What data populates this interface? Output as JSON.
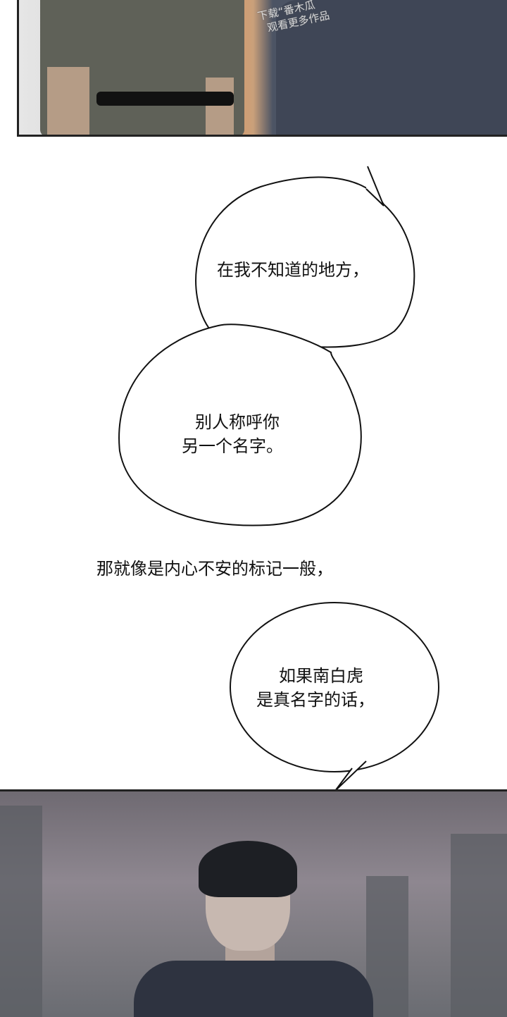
{
  "watermark": {
    "line1": "下载“番木瓜",
    "line2": "观看更多作品"
  },
  "bubbles": [
    {
      "text": "在我不知道的地方，"
    },
    {
      "line1": "别人称呼你",
      "line2": "另一个名字。"
    },
    {
      "narration": "那就像是内心不安的标记一般，"
    },
    {
      "line1": "如果南白虎",
      "line2": "是真名字的话，"
    }
  ]
}
